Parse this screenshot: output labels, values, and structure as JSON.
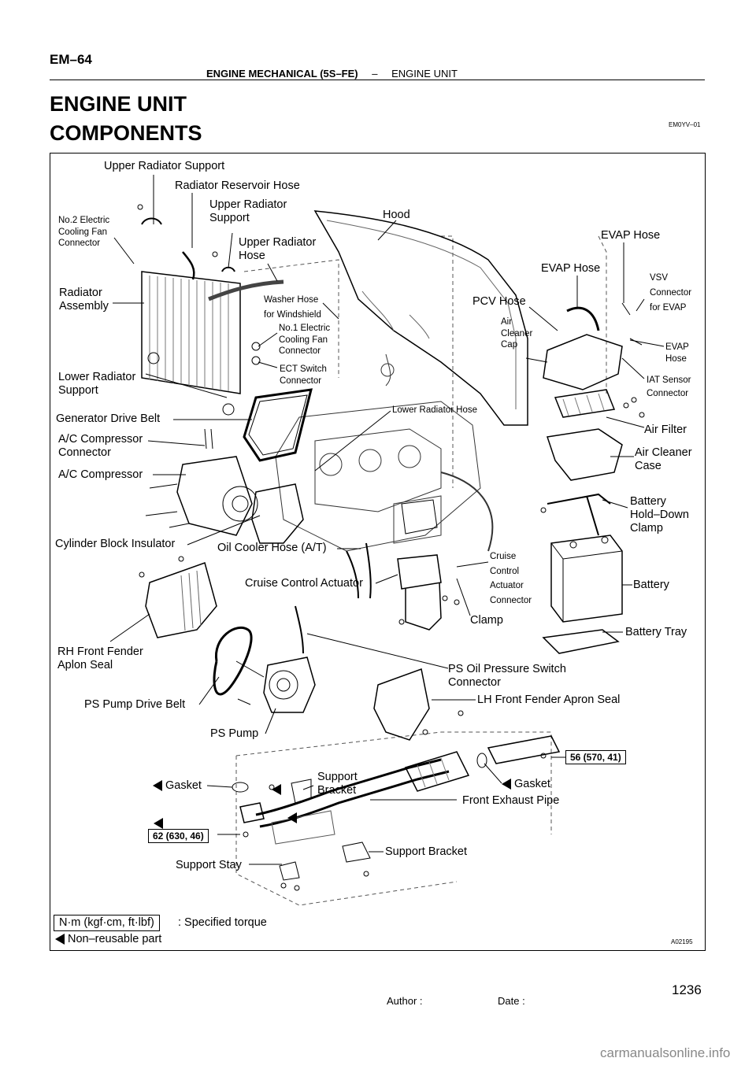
{
  "header": {
    "page_id": "EM–64",
    "section_bold": "ENGINE MECHANICAL (5S–FE)",
    "separator": "–",
    "section_sub": "ENGINE UNIT"
  },
  "title": "ENGINE UNIT",
  "subtitle": "COMPONENTS",
  "doc_code": "EM0YV–01",
  "figure_code": "A02195",
  "labels": {
    "upper_radiator_support_top": "Upper Radiator Support",
    "radiator_reservoir_hose": "Radiator Reservoir Hose",
    "upper_radiator_support_2_l1": "Upper Radiator",
    "upper_radiator_support_2_l2": "Support",
    "hood": "Hood",
    "no2_fan_l1": "No.2 Electric",
    "no2_fan_l2": "Cooling Fan",
    "no2_fan_l3": "Connector",
    "upper_radiator_hose_l1": "Upper Radiator",
    "upper_radiator_hose_l2": "Hose",
    "evap_hose_1": "EVAP Hose",
    "evap_hose_2": "EVAP Hose",
    "vsv_l1": "VSV",
    "vsv_l2": "Connector",
    "vsv_l3": "for EVAP",
    "radiator_assembly_l1": "Radiator",
    "radiator_assembly_l2": "Assembly",
    "washer_hose_l1": "Washer Hose",
    "washer_hose_l2": "for Windshield",
    "pcv_hose": "PCV Hose",
    "air_cleaner_cap_l1": "Air",
    "air_cleaner_cap_l2": "Cleaner",
    "air_cleaner_cap_l3": "Cap",
    "no1_fan_l1": "No.1 Electric",
    "no1_fan_l2": "Cooling Fan",
    "no1_fan_l3": "Connector",
    "evap_hose_3_l1": "EVAP",
    "evap_hose_3_l2": "Hose",
    "lower_radiator_support_l1": "Lower Radiator",
    "lower_radiator_support_l2": "Support",
    "ect_switch_l1": "ECT Switch",
    "ect_switch_l2": "Connector",
    "iat_sensor_l1": "IAT Sensor",
    "iat_sensor_l2": "Connector",
    "generator_drive_belt": "Generator Drive Belt",
    "lower_radiator_hose": "Lower Radiator Hose",
    "air_filter": "Air Filter",
    "ac_compressor_connector_l1": "A/C Compressor",
    "ac_compressor_connector_l2": "Connector",
    "air_cleaner_case_l1": "Air Cleaner",
    "air_cleaner_case_l2": "Case",
    "ac_compressor": "A/C Compressor",
    "battery_clamp_l1": "Battery",
    "battery_clamp_l2": "Hold–Down",
    "battery_clamp_l3": "Clamp",
    "cylinder_block_insulator": "Cylinder Block Insulator",
    "oil_cooler_hose": "Oil Cooler Hose (A/T)",
    "cruise_conn_l1": "Cruise",
    "cruise_conn_l2": "Control",
    "cruise_conn_l3": "Actuator",
    "cruise_conn_l4": "Connector",
    "cruise_actuator": "Cruise Control Actuator",
    "battery": "Battery",
    "clamp": "Clamp",
    "battery_tray": "Battery Tray",
    "rh_fender_l1": "RH Front Fender",
    "rh_fender_l2": "Aplon Seal",
    "ps_switch_l1": "PS Oil Pressure Switch",
    "ps_switch_l2": "Connector",
    "ps_pump_belt": "PS Pump Drive Belt",
    "lh_fender": "LH Front Fender Apron Seal",
    "ps_pump": "PS Pump",
    "torque_56": "56 (570, 41)",
    "gasket_left": "Gasket",
    "support_bracket_top_l1": "Support",
    "support_bracket_top_l2": "Bracket",
    "gasket_right": "Gasket",
    "front_exhaust_pipe": "Front Exhaust Pipe",
    "torque_62": "62 (630, 46)",
    "support_bracket_bottom": "Support Bracket",
    "support_stay": "Support Stay"
  },
  "legend": {
    "torque_box": "N·m (kgf·cm, ft·lbf)",
    "torque_text": ": Specified torque",
    "nonreusable_text": "Non–reusable part"
  },
  "footer": {
    "author_label": "Author :",
    "date_label": "Date :",
    "page_number": "1236",
    "watermark": "carmanualsonline.info"
  }
}
